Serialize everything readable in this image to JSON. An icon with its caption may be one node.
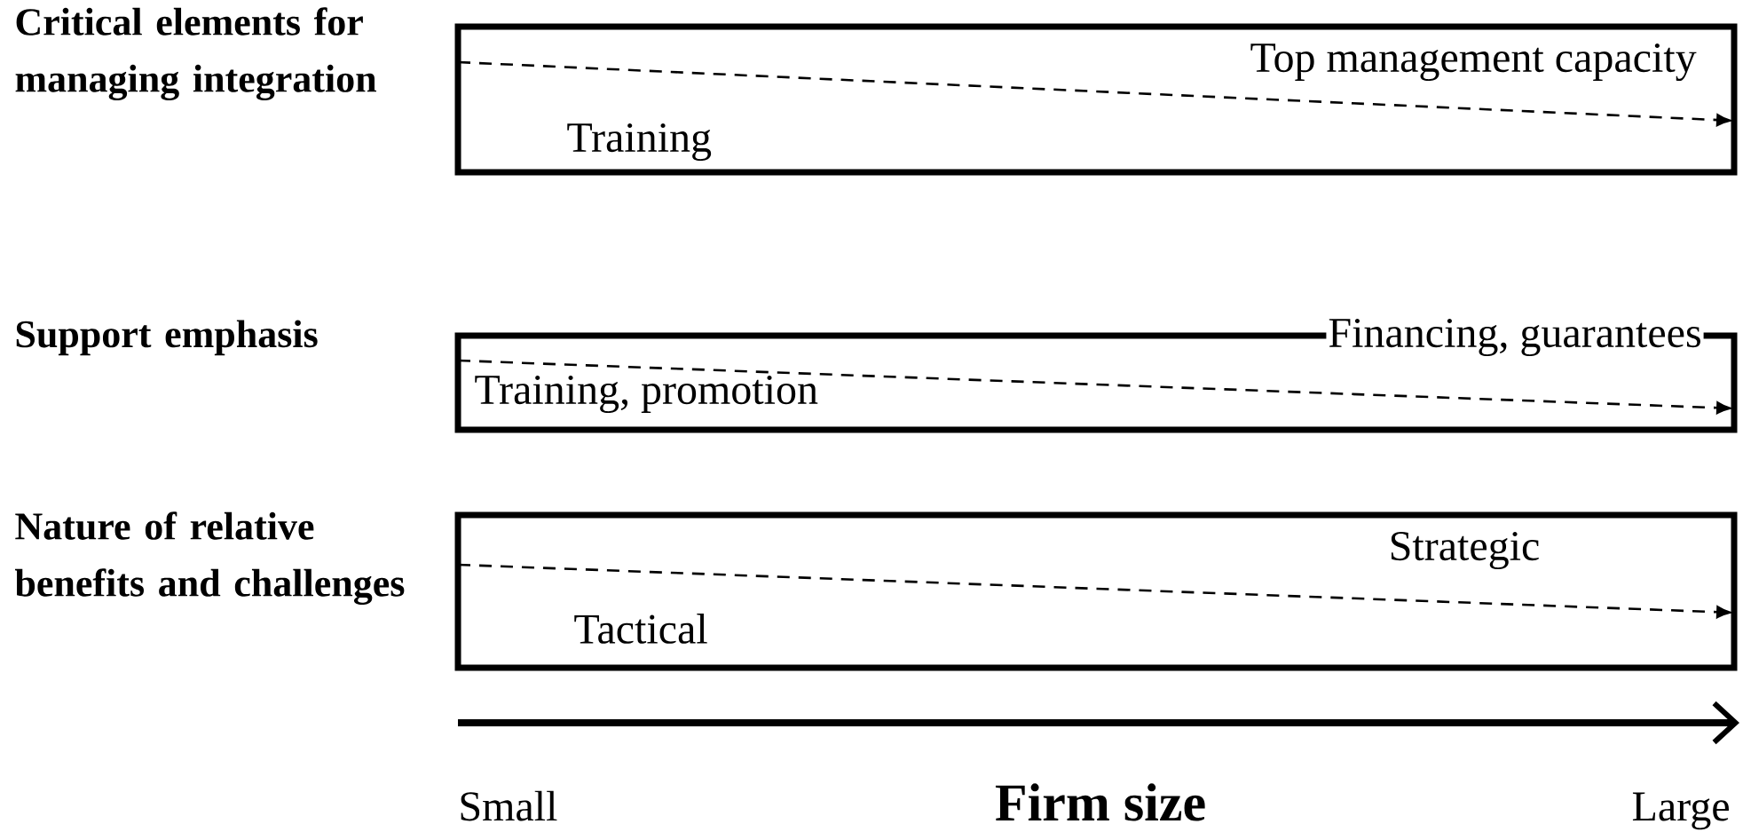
{
  "diagram": {
    "nodes": [
      {
        "text": [
          "Critical elements for managing integration",
          "Training",
          "Top management capacity"
        ]
      },
      {
        "text": [
          "Support emphasis",
          "Training, promotion",
          "Financing, guarantees"
        ]
      },
      {
        "text": [
          "Nature of relative benefits and challenges",
          "Tactical",
          "Strategic"
        ]
      }
    ],
    "labels": [
      "Small",
      "Firm size",
      "Large"
    ]
  }
}
